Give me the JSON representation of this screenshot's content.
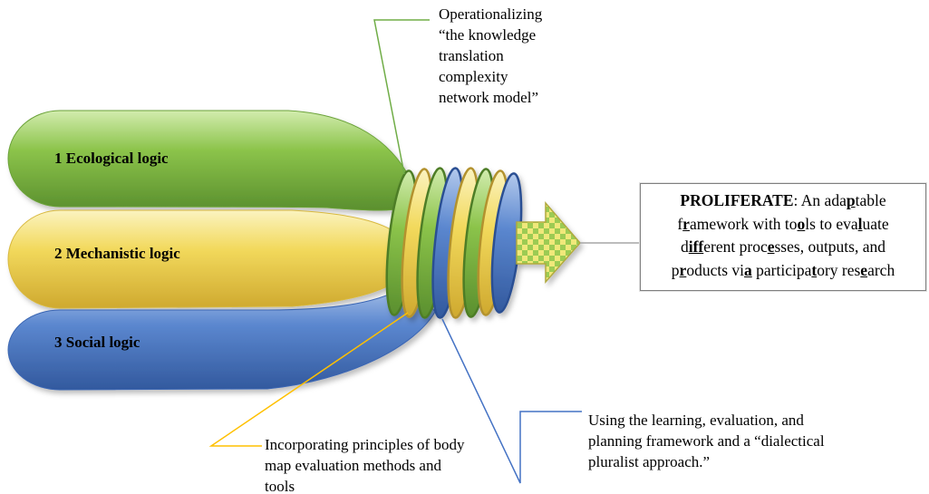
{
  "pills": [
    {
      "label": "1 Ecological logic",
      "color": "#8bc34a"
    },
    {
      "label": "2 Mechanistic logic",
      "color": "#f2d95c"
    },
    {
      "label": "3 Social logic",
      "color": "#4a77c9"
    }
  ],
  "annotations": {
    "top": {
      "lines": [
        "Operationalizing",
        "“the knowledge",
        "translation",
        "complexity",
        "network model”"
      ],
      "line_color": "#70ad47"
    },
    "bottom_left": {
      "lines": [
        "Incorporating principles of body",
        "map evaluation methods and",
        "tools"
      ],
      "line_color": "#ffc000"
    },
    "bottom_right": {
      "lines": [
        "Using the learning, evaluation, and",
        "planning framework and a “dialectical",
        "pluralist approach.”"
      ],
      "line_color": "#4472c4"
    }
  },
  "proliferate_box": {
    "border_color": "#7f7f7f",
    "lines": [
      [
        {
          "t": "PROLIFERATE",
          "b": true
        },
        {
          "t": ": An ada"
        },
        {
          "t": "p",
          "b": true,
          "u": true
        },
        {
          "t": "table"
        }
      ],
      [
        {
          "t": "f"
        },
        {
          "t": "r",
          "b": true,
          "u": true
        },
        {
          "t": "amework with to"
        },
        {
          "t": "o",
          "b": true,
          "u": true
        },
        {
          "t": "ls to eva"
        },
        {
          "t": "l",
          "b": true,
          "u": true
        },
        {
          "t": "uate"
        }
      ],
      [
        {
          "t": "d"
        },
        {
          "t": "iff",
          "b": true,
          "u": true
        },
        {
          "t": "erent proc"
        },
        {
          "t": "e",
          "b": true,
          "u": true
        },
        {
          "t": "sses, outputs, and"
        }
      ],
      [
        {
          "t": "p"
        },
        {
          "t": "r",
          "b": true,
          "u": true
        },
        {
          "t": "oducts vi"
        },
        {
          "t": "a",
          "b": true,
          "u": true
        },
        {
          "t": " participa"
        },
        {
          "t": "t",
          "b": true,
          "u": true
        },
        {
          "t": "ory res"
        },
        {
          "t": "e",
          "b": true,
          "u": true
        },
        {
          "t": "arch"
        }
      ]
    ]
  },
  "colors": {
    "green": "#8bc34a",
    "yellow": "#f2d95c",
    "blue": "#4a77c9",
    "arrow_checker_light": "#f0e87a",
    "arrow_checker_dark": "#9ccb52",
    "connector_gray": "#a6a6a6"
  }
}
